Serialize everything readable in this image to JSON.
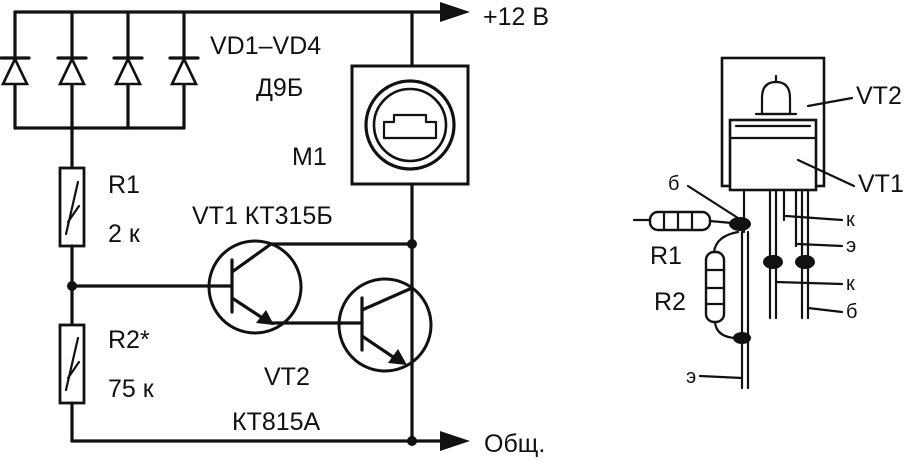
{
  "schematic": {
    "supply_label": "+12 В",
    "ground_label": "Общ.",
    "diodes": {
      "name": "VD1–VD4",
      "type": "Д9Б"
    },
    "motor": {
      "name": "M1"
    },
    "r1": {
      "name": "R1",
      "value": "2 к"
    },
    "r2": {
      "name": "R2*",
      "value": "75 к"
    },
    "vt1": {
      "label": "VT1 КТ315Б"
    },
    "vt2": {
      "name": "VT2",
      "type": "КТ815А"
    }
  },
  "assembly": {
    "vt2_label": "VT2",
    "vt1_label": "VT1",
    "r1_label": "R1",
    "r2_label": "R2",
    "pin_b_top": "б",
    "pin_k_top": "к",
    "pin_e_top": "э",
    "pin_k_bottom": "к",
    "pin_b_bottom": "б",
    "pin_e_bottom": "э"
  }
}
